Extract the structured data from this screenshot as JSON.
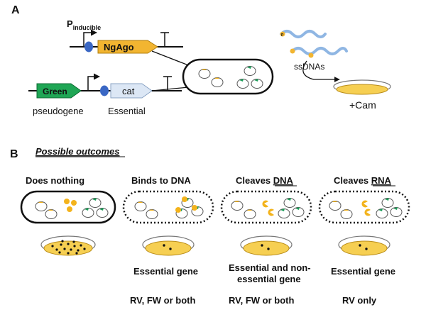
{
  "panel_a": {
    "letter": "A",
    "promoter_label": "P",
    "promoter_subscript": "inducible",
    "ngago_label": "NgAgo",
    "green_label": "Green",
    "cat_label": "cat",
    "pseudogene_label": "pseudogene",
    "essential_label": "Essential",
    "ssdna_label": "ssDNAs",
    "phospho_label": "P",
    "cam_label": "+Cam"
  },
  "panel_b": {
    "letter": "B",
    "subtitle": "Possible outcomes",
    "outcomes": [
      {
        "title": "Does nothing",
        "title_underline": "",
        "gene_line1": "",
        "gene_line2": "",
        "strand": ""
      },
      {
        "title": "Binds to DNA",
        "title_underline": "",
        "gene_line1": "Essential gene",
        "gene_line2": "",
        "strand": "RV, FW or both"
      },
      {
        "title": "Cleaves ",
        "title_underline": "DNA",
        "gene_line1": "Essential and non-",
        "gene_line2": "essential gene",
        "strand": "RV, FW or both"
      },
      {
        "title": "Cleaves ",
        "title_underline": "RNA",
        "gene_line1": "Essential gene",
        "gene_line2": "",
        "strand": "RV only"
      }
    ]
  },
  "colors": {
    "ngago": "#f2b531",
    "green_gene": "#1fa655",
    "cat_gene": "#dce7f5",
    "operator": "#3a67c4",
    "plasmid_yellow": "#f3b31c",
    "plasmid_green": "#1e9e5a",
    "dish": "#f6cf52",
    "ssdna": "#8fb6e3"
  },
  "icons": [
    "promoter-arrow-icon",
    "terminator-icon",
    "cell-icon",
    "plasmid-icon",
    "petri-dish-icon",
    "ssdna-icon",
    "pacman-protein-icon"
  ]
}
